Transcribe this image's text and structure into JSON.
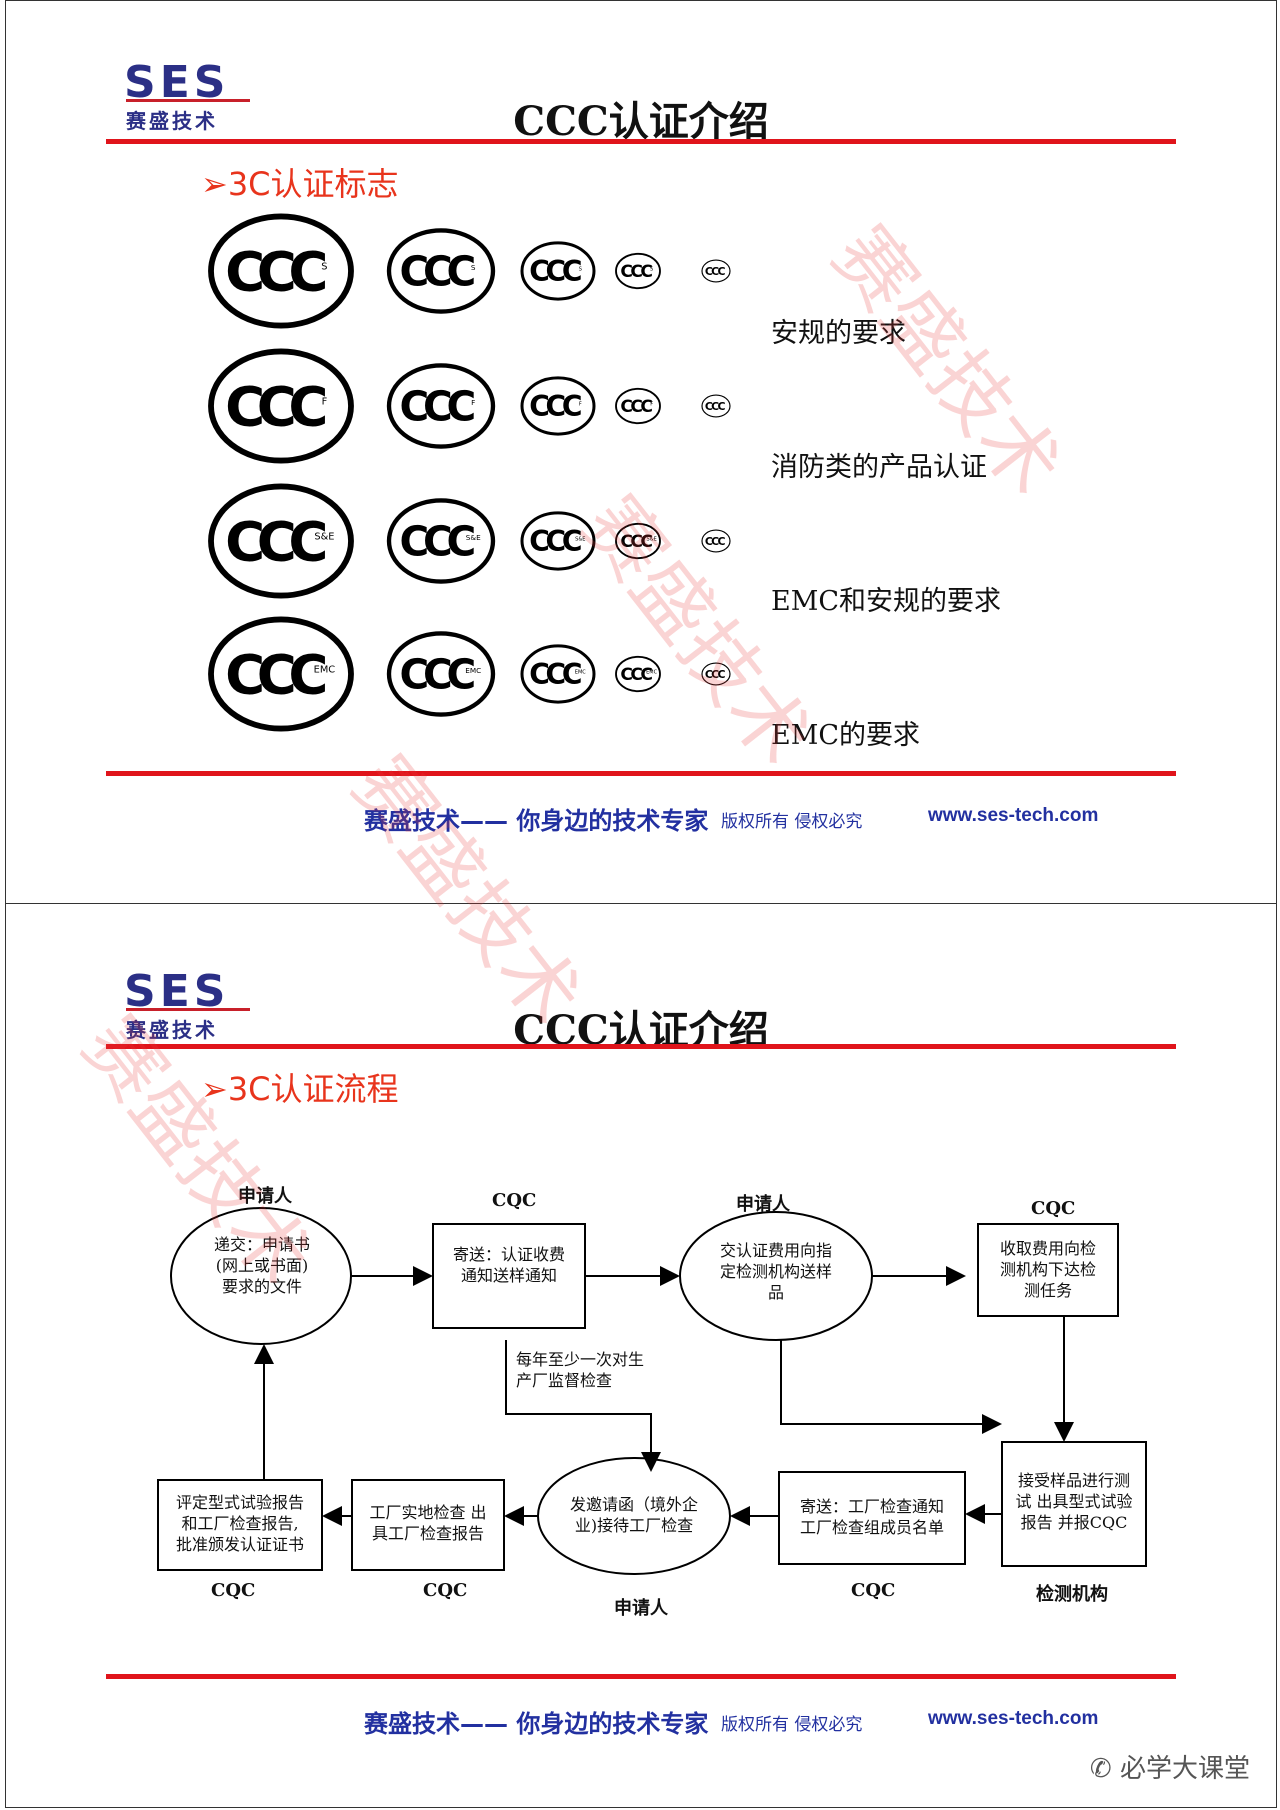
{
  "logo": {
    "ses": "SES",
    "cn": "赛盛技术"
  },
  "slide1": {
    "title": "CCC认证介绍",
    "section": "➢3C认证标志",
    "rows": [
      {
        "suffix": "S",
        "label": "安规的要求"
      },
      {
        "suffix": "F",
        "label": "消防类的产品认证"
      },
      {
        "suffix": "S&E",
        "label": "EMC和安规的要求"
      },
      {
        "suffix": "EMC",
        "label": "EMC的要求"
      }
    ],
    "mark_text": "CCC"
  },
  "slide2": {
    "title": "CCC认证介绍",
    "section": "➢3C认证流程",
    "nodes": {
      "submit": "递交：申请书\n(网上或书面)\n要求的文件",
      "notify": "寄送：认证收费\n通知送样通知",
      "pay": "交认证费用向指\n定检测机构送样\n品",
      "task": "收取费用向检\n测机构下达检\n测任务",
      "test": "接受样品进行测\n试 出具型式试验\n报告 并报CQC",
      "factory_notice": "寄送：工厂检查通知\n工厂检查组成员名单",
      "invite": "发邀请函（境外企\n业)接待工厂检查",
      "inspect": "工厂实地检查 出\n具工厂检查报告",
      "evaluate": "评定型式试验报告\n和工厂检查报告,\n批准颁发认证证书",
      "annual": "每年至少一次对生\n产厂监督检查"
    },
    "roles": {
      "applicant1": "申请人",
      "cqc1": "CQC",
      "applicant2": "申请人",
      "cqc2": "CQC",
      "cqc3": "CQC",
      "cqc4": "CQC",
      "applicant3": "申请人",
      "cqc5": "CQC",
      "lab": "检测机构"
    }
  },
  "footer": {
    "brand": "赛盛技术—— 你身边的技术专家",
    "copyright": "版权所有 侵权必究",
    "url": "www.ses-tech.com"
  },
  "watermark": "赛盛技术",
  "wechat": "必学大课堂"
}
